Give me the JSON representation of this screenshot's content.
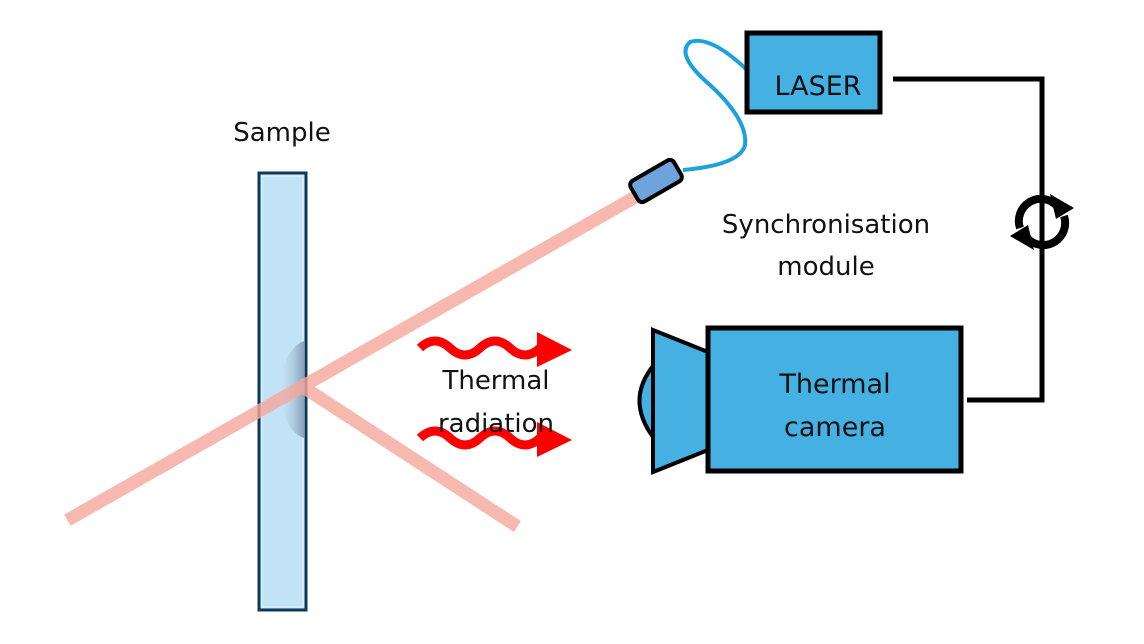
{
  "diagram": {
    "labels": {
      "sample": "Sample",
      "laser": "LASER",
      "sync_line1": "Synchronisation",
      "sync_line2": "module",
      "thermal_line1": "Thermal",
      "thermal_line2": "radiation",
      "camera_line1": "Thermal",
      "camera_line2": "camera"
    },
    "icons": {
      "sync": "sync-arrows-icon",
      "radiation": "wavy-arrow-icon"
    },
    "colors": {
      "device_fill": "#45B0E2",
      "sample_fill": "#C2E3F5",
      "sample_border": "#0E3A5A",
      "beam": "#F6A89C",
      "radiation": "#FF0000",
      "fiber": "#1BA1DC",
      "laser_head": "#6FA3DD"
    }
  }
}
